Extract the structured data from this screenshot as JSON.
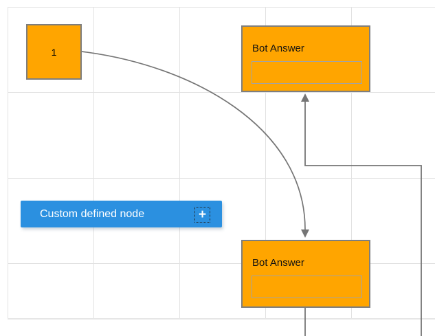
{
  "app": {
    "type": "diagram-editor-canvas",
    "background": "#ffffff",
    "grid_color": "#e2e2e2"
  },
  "nodes": {
    "start": {
      "label": "1",
      "fill": "#FFA500",
      "border_color": "#7e7e7e",
      "shape": "square"
    },
    "bot_top": {
      "title": "Bot Answer",
      "input_value": "",
      "fill": "#FFA500",
      "border_color": "#7e7e7e",
      "shape": "rectangle"
    },
    "bot_bottom": {
      "title": "Bot Answer",
      "input_value": "",
      "fill": "#FFA500",
      "border_color": "#7e7e7e",
      "shape": "rectangle"
    },
    "custom": {
      "label": "Custom defined node",
      "fill": "#2B90E0",
      "text_color": "#ffffff",
      "shape": "rounded-rectangle"
    }
  },
  "icons": {
    "add_icon": "+"
  },
  "connectors": {
    "curve": {
      "from": "start",
      "to": "bot_bottom",
      "type": "bezier",
      "arrow": "down",
      "color": "#757575"
    },
    "orthogonal": {
      "from": "bot_bottom",
      "to": "bot_top",
      "type": "orthogonal",
      "arrow": "up",
      "color": "#757575"
    }
  }
}
